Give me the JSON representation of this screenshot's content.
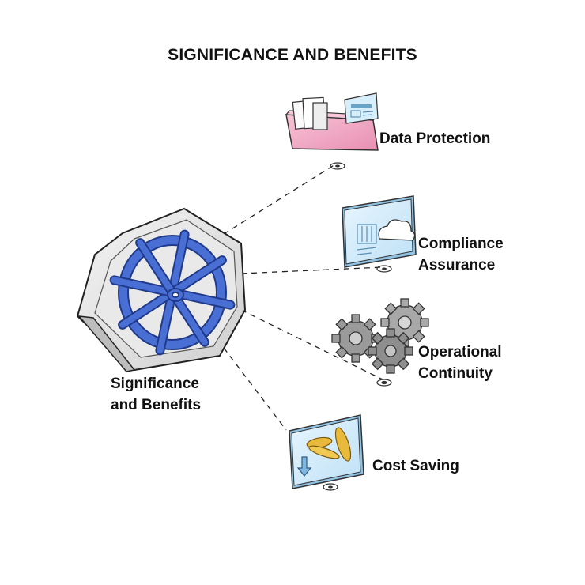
{
  "title": "SIGNIFICANCE AND BENEFITS",
  "center": {
    "line1": "Significance",
    "line2": "and Benefits",
    "icon": "helm-wheel-icon"
  },
  "benefits": [
    {
      "id": "data-protection",
      "line1": "Data Protection",
      "line2": "",
      "icon": "open-box-with-files-icon"
    },
    {
      "id": "compliance-assurance",
      "line1": "Compliance",
      "line2": "Assurance",
      "icon": "cloud-document-panel-icon"
    },
    {
      "id": "operational-continuity",
      "line1": "Operational",
      "line2": "Continuity",
      "icon": "gears-icon"
    },
    {
      "id": "cost-saving",
      "line1": "Cost Saving",
      "line2": "",
      "icon": "coins-down-arrow-icon"
    }
  ],
  "colors": {
    "wheel_blue": "#4a6fd4",
    "wheel_outline": "#1f3a8a",
    "box_pink": "#f2a9c4",
    "panel_blue": "#cfe9f9",
    "gear_gray": "#9a9a9a",
    "coin_gold": "#e9b93c"
  }
}
